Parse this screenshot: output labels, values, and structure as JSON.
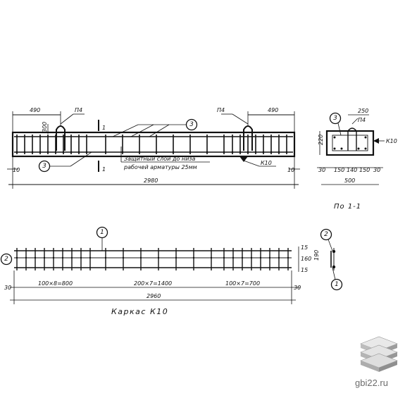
{
  "beam_elevation": {
    "dim_top_left": "490",
    "dim_top_right": "490",
    "loop_label_left": "П4",
    "loop_label_right": "П4",
    "loop_height": "300",
    "section_mark": "1",
    "callout_rebar": "3",
    "note_line1": "Защитный слой до низа",
    "note_line2": "рабочей арматуры 25мм",
    "frame_label": "К10",
    "end_left": "10",
    "end_right": "10",
    "overall_length": "2980"
  },
  "cross_section": {
    "callout": "3",
    "loop_label": "П4",
    "top_dim": "250",
    "height_dim": "220",
    "frame_label": "К10",
    "bottom_dims": [
      "30",
      "150",
      "140",
      "150",
      "30"
    ],
    "width_dim": "500",
    "title": "По 1-1"
  },
  "frame": {
    "callout_top": "1",
    "callout_left": "2",
    "side_callout_top": "2",
    "side_callout_bottom": "1",
    "side_dims": [
      "15",
      "160",
      "15"
    ],
    "side_total": "190",
    "end_left": "30",
    "end_right": "30",
    "span_left": "100×8=800",
    "span_mid": "200×7=1400",
    "span_right": "100×7=700",
    "overall_length": "2960",
    "title": "Каркас К10"
  },
  "watermark": "gbi22.ru"
}
